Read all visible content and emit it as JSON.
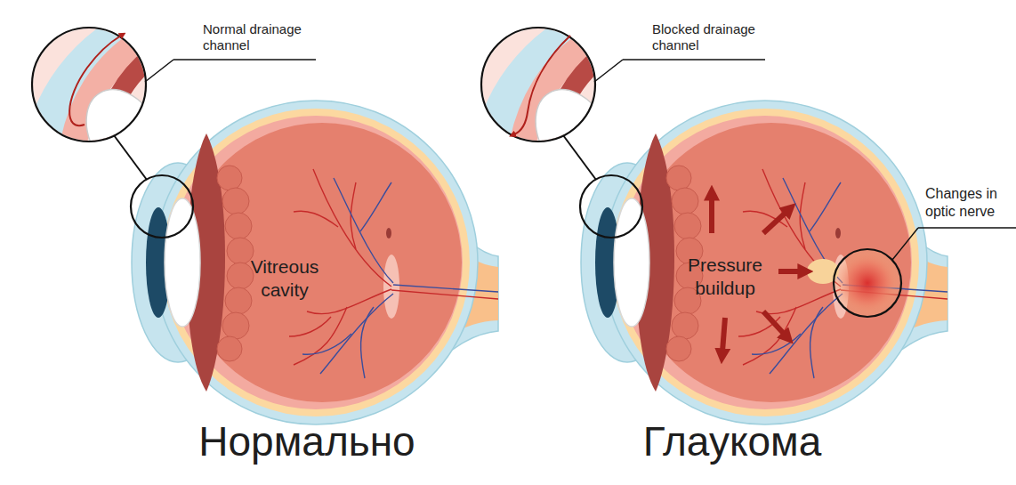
{
  "diagram": {
    "labels": [
      "Normal drainage channel",
      "Vitreous cavity",
      "Нормально",
      "Blocked drainage channel",
      "Pressure buildup",
      "Changes in optic nerve",
      "Глаукома"
    ]
  }
}
